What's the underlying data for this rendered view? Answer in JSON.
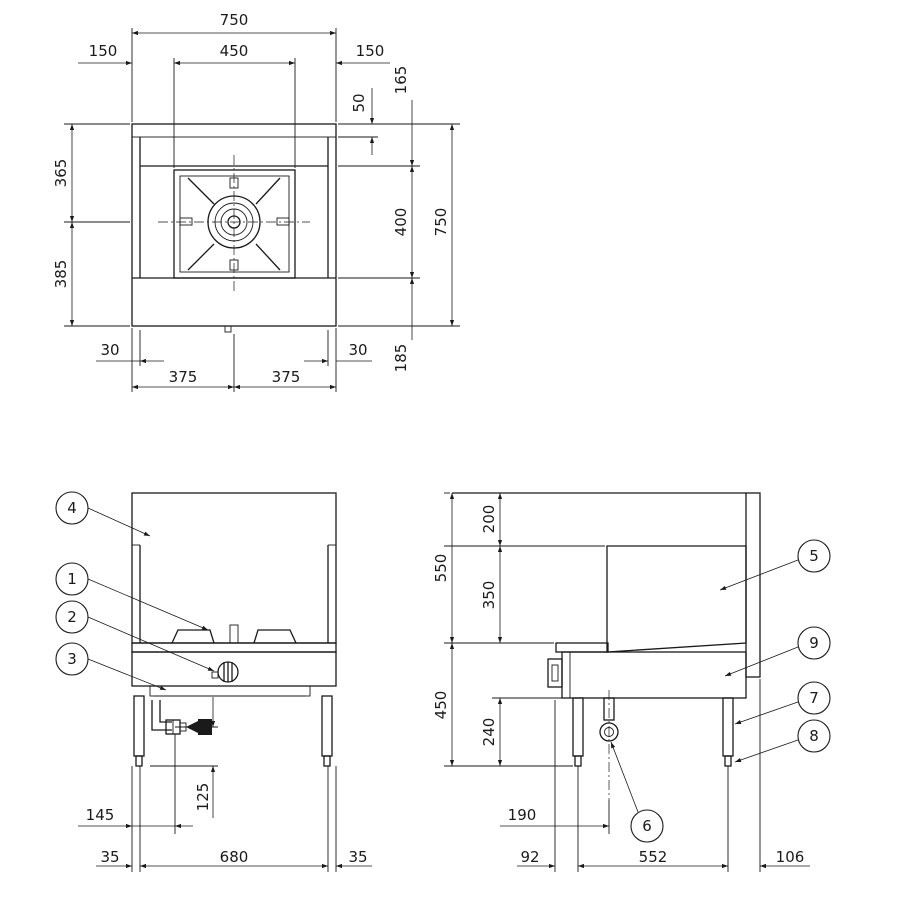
{
  "top_view": {
    "width_total": "750",
    "left_offset": "150",
    "grate_width": "450",
    "right_offset": "150",
    "front_depth": "365",
    "back_depth": "385",
    "total_depth": "750",
    "top_gap": "165",
    "top_step": "50",
    "grate_depth": "400",
    "bottom_gap": "185",
    "left_inset": "30",
    "right_inset": "30",
    "left_half": "375",
    "right_half": "375"
  },
  "front_view": {
    "part_numbers": [
      "4",
      "1",
      "2",
      "3"
    ],
    "gas_height": "125",
    "gas_offset": "145",
    "leg_left": "35",
    "leg_span": "680",
    "leg_right": "35"
  },
  "side_view": {
    "part_numbers": [
      "5",
      "9",
      "7",
      "8",
      "6"
    ],
    "upper_height": "550",
    "guard_top": "200",
    "guard_mid": "350",
    "lower_height": "450",
    "pipe_height": "240",
    "pipe_offset": "190",
    "front_overhang": "92",
    "leg_span": "552",
    "rear_overhang": "106"
  }
}
